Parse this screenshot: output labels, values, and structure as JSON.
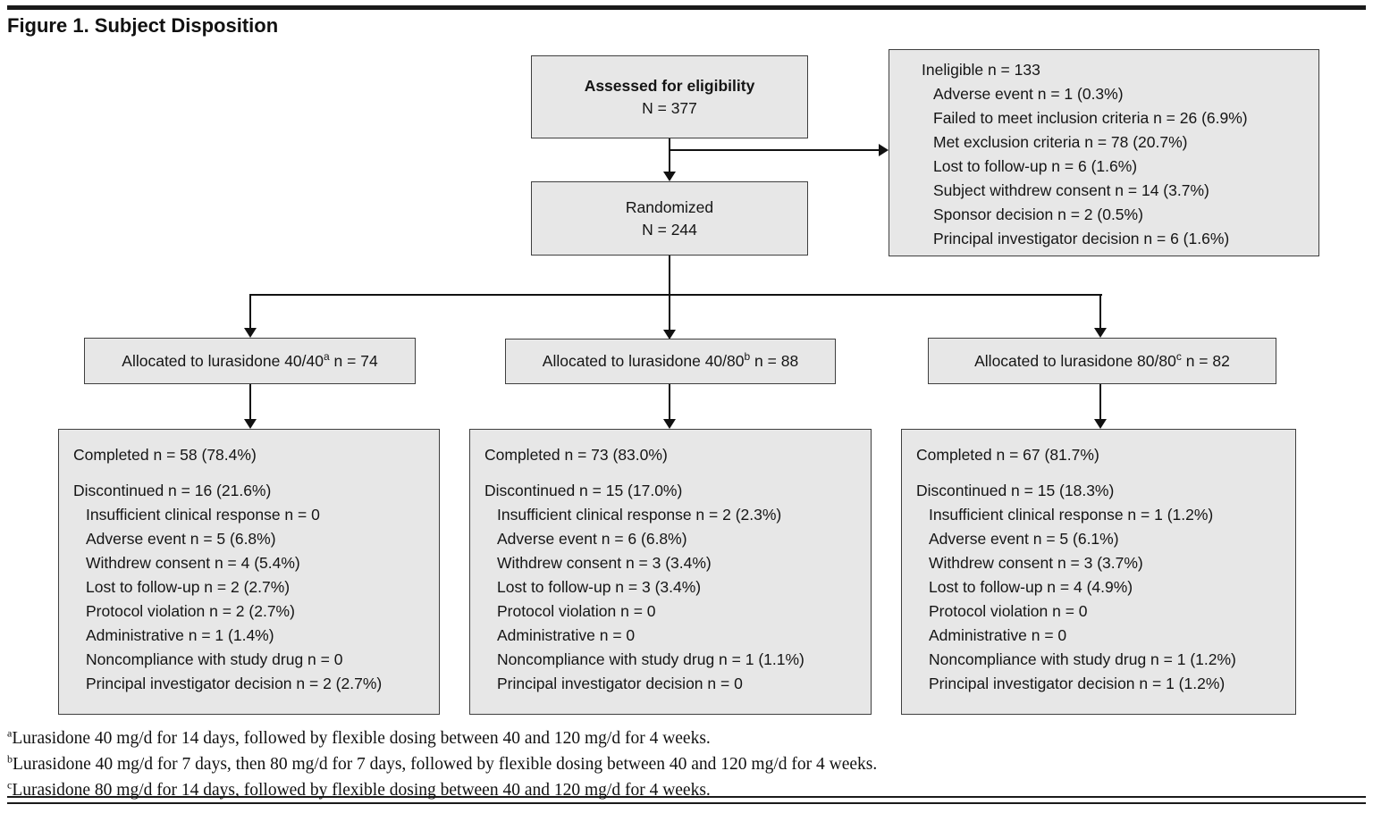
{
  "title": "Figure 1. Subject Disposition",
  "colors": {
    "box_fill": "#e7e7e7",
    "box_border": "#3f3f3f",
    "line": "#111111"
  },
  "assessed": {
    "line1": "Assessed for eligibility",
    "line2": "N = 377"
  },
  "ineligible": {
    "header": "Ineligible n = 133",
    "items": [
      "Adverse event n = 1 (0.3%)",
      "Failed to meet inclusion criteria n = 26 (6.9%)",
      "Met exclusion criteria n = 78 (20.7%)",
      "Lost to follow-up n = 6 (1.6%)",
      "Subject withdrew consent n = 14 (3.7%)",
      "Sponsor decision n = 2 (0.5%)",
      "Principal investigator decision n = 6 (1.6%)"
    ]
  },
  "randomized": {
    "line1": "Randomized",
    "line2": "N = 244"
  },
  "allocations": [
    {
      "prefix": "Allocated to lurasidone 40/40",
      "sup": "a",
      "suffix": " n = 74"
    },
    {
      "prefix": "Allocated to lurasidone 40/80",
      "sup": "b",
      "suffix": " n = 88"
    },
    {
      "prefix": "Allocated to lurasidone 80/80",
      "sup": "c",
      "suffix": " n = 82"
    }
  ],
  "outcomes": [
    {
      "completed": "Completed n = 58 (78.4%)",
      "discontinued": "Discontinued n = 16 (21.6%)",
      "items": [
        "Insufficient clinical response n = 0",
        "Adverse event n = 5 (6.8%)",
        "Withdrew consent n = 4 (5.4%)",
        "Lost to follow-up n = 2 (2.7%)",
        "Protocol violation n = 2 (2.7%)",
        "Administrative n = 1 (1.4%)",
        "Noncompliance with study drug n = 0",
        "Principal investigator decision n = 2 (2.7%)"
      ]
    },
    {
      "completed": "Completed n = 73 (83.0%)",
      "discontinued": "Discontinued n = 15 (17.0%)",
      "items": [
        "Insufficient clinical response n = 2 (2.3%)",
        "Adverse event n = 6 (6.8%)",
        "Withdrew consent n = 3 (3.4%)",
        "Lost to follow-up n = 3 (3.4%)",
        "Protocol violation n = 0",
        "Administrative n = 0",
        "Noncompliance with study drug n = 1 (1.1%)",
        "Principal investigator decision n = 0"
      ]
    },
    {
      "completed": "Completed n = 67 (81.7%)",
      "discontinued": "Discontinued n = 15 (18.3%)",
      "items": [
        "Insufficient clinical response n = 1 (1.2%)",
        "Adverse event n = 5 (6.1%)",
        "Withdrew consent n = 3 (3.7%)",
        "Lost to follow-up n = 4 (4.9%)",
        "Protocol violation n = 0",
        "Administrative n = 0",
        "Noncompliance with study drug n = 1 (1.2%)",
        "Principal investigator decision n = 1 (1.2%)"
      ]
    }
  ],
  "footnotes": [
    {
      "sup": "a",
      "text": "Lurasidone 40 mg/d for 14 days, followed by flexible dosing between 40 and 120 mg/d for 4 weeks."
    },
    {
      "sup": "b",
      "text": "Lurasidone 40 mg/d for 7 days, then 80 mg/d for 7 days, followed by flexible dosing between 40 and 120 mg/d for 4 weeks."
    },
    {
      "sup": "c",
      "text": "Lurasidone 80 mg/d for 14 days, followed by flexible dosing between 40 and 120 mg/d for 4 weeks."
    }
  ]
}
